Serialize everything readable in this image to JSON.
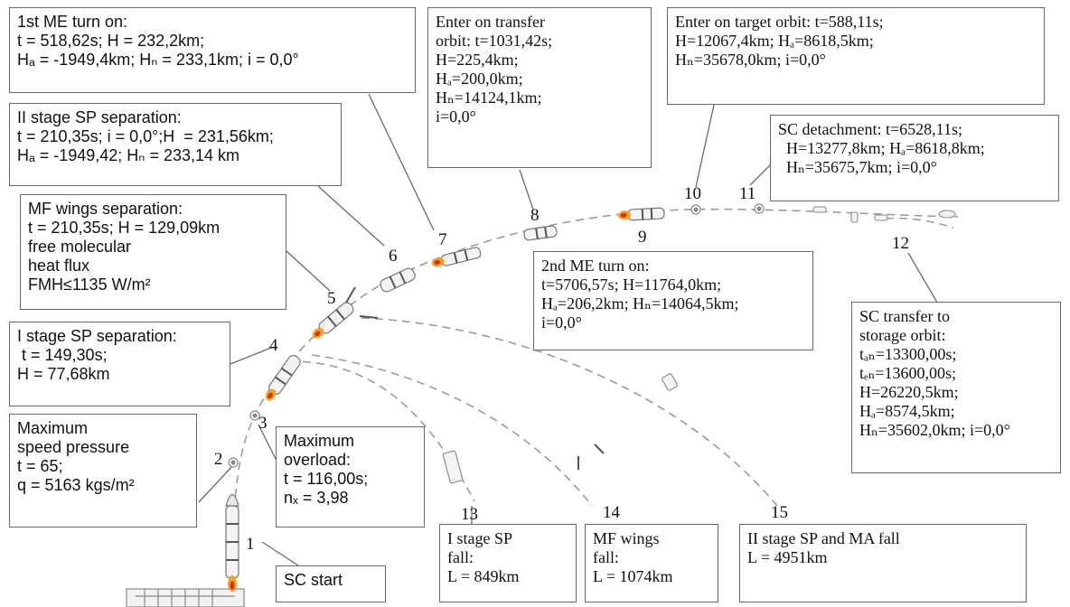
{
  "boxes": {
    "b1": "1st ME turn on:\nt = 518,62s; H = 232,2km;\nHₐ = -1949,4km; Hₙ = 233,1km; i = 0,0°",
    "b2": "II stage SP separation:\nt = 210,35s; i = 0,0°;H  = 231,56km;\nHₐ = -1949,42; Hₙ = 233,14 km",
    "b3": "MF wings separation:\nt = 210,35s; H = 129,09km\nfree molecular\nheat flux\nFMH≤1135 W/m²",
    "b4": "I stage SP separation:\n t = 149,30s;\nH = 77,68km",
    "b5": "Maximum\nspeed pressure\nt = 65;\nq = 5163 kgs/m²",
    "b6": "Maximum\noverload:\nt = 116,00s;\nnₓ = 3,98",
    "b7": "SC start",
    "b8": "Enter on transfer\norbit: t=1031,42s;\nH=225,4km;\nHₐ=200,0km;\nHₙ=14124,1km;\ni=0,0°",
    "b9": "Enter on target orbit: t=588,11s;\nH=12067,4km; Hₐ=8618,5km;\nHₙ=35678,0km; i=0,0°",
    "b10": "SC detachment: t=6528,11s;\n  H=13277,8km; Hₐ=8618,8km;\n  Hₙ=35675,7km; i=0,0°",
    "b11": "2nd ME turn on:\nt=5706,57s; H=11764,0km;\nHₐ=206,2km; Hₙ=14064,5km;\ni=0,0°",
    "b12": "SC transfer to\nstorage orbit:\ntₐₙ=13300,00s;\ntₑₙ=13600,00s;\nH=26220,5km;\nHₐ=8574,5km;\nHₙ=35602,0km; i=0,0°",
    "b13": "I stage SP\nfall:\nL = 849km",
    "b14": "MF wings\nfall:\nL = 1074km",
    "b15": "II stage SP and MA fall\nL = 4951km"
  },
  "numbers": [
    "1",
    "2",
    "3",
    "4",
    "5",
    "6",
    "7",
    "8",
    "9",
    "10",
    "11",
    "12",
    "13",
    "14",
    "15"
  ]
}
